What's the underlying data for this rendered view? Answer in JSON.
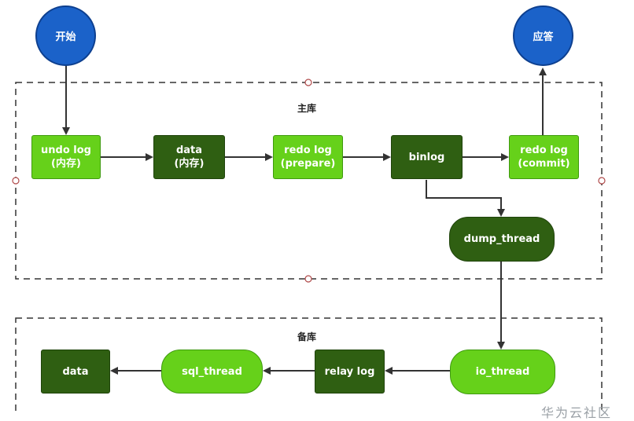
{
  "start_label": "开始",
  "end_label": "应答",
  "master": {
    "title": "主库",
    "nodes": {
      "undo_log": [
        "undo log",
        "(内存)"
      ],
      "data": [
        "data",
        "(内存)"
      ],
      "redo_prepare": [
        "redo log",
        "(prepare)"
      ],
      "binlog": [
        "binlog"
      ],
      "redo_commit": [
        "redo log",
        "(commit)"
      ],
      "dump_thread": [
        "dump_thread"
      ]
    }
  },
  "slave": {
    "title": "备库",
    "nodes": {
      "io_thread": [
        "io_thread"
      ],
      "relay_log": [
        "relay log"
      ],
      "sql_thread": [
        "sql_thread"
      ],
      "data": [
        "data"
      ]
    }
  },
  "colors": {
    "start_end": "#1b62c9",
    "light_node": "#66d11a",
    "dark_node": "#2f5f12",
    "edge": "#333333",
    "group_border": "#333333"
  },
  "watermark": "华为云社区"
}
